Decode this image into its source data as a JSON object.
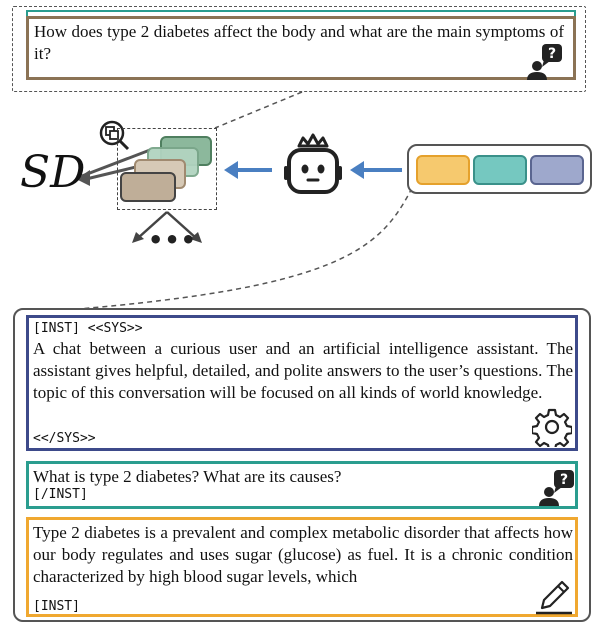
{
  "question": {
    "text": "How does type 2 diabetes affect the body and what are the main symptoms of it?"
  },
  "diagram": {
    "sd_label": "SD",
    "ellipsis": "•••",
    "colors": {
      "arrow": "#4a7fc1",
      "token_1": "#f6c96e",
      "token_2": "#75c8c0",
      "token_3": "#9ea8cc"
    }
  },
  "prompt": {
    "sys_open": "[INST] <<SYS>>",
    "sys_body": "A chat between a curious user and an artificial intelligence assistant. The assistant gives helpful, detailed, and polite answers to the user’s questions. The topic of this conversation will be focused on all kinds of world knowledge.",
    "sys_close": "<</SYS>>",
    "user_text": "What is type 2 diabetes? What are its causes?",
    "user_inst": "[/INST]",
    "assistant_text": "Type 2 diabetes is a prevalent and complex metabolic disorder that affects how our body regulates and uses sugar (glucose) as fuel. It is a chronic condition characterized by high blood sugar levels, which",
    "assistant_inst": "[INST]"
  },
  "icons": [
    "user-question-icon",
    "magnifier-icon",
    "robot-icon",
    "gear-icon",
    "pencil-icon"
  ]
}
